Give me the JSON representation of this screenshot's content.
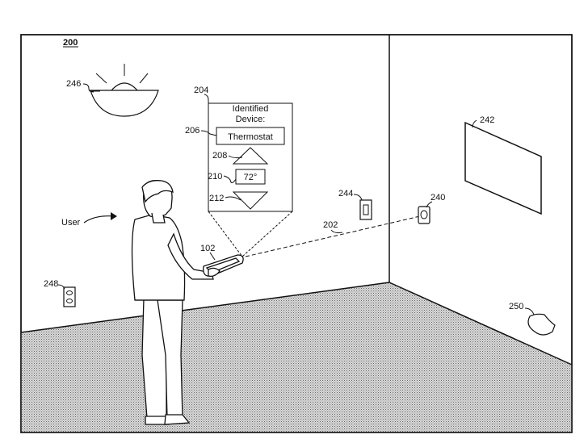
{
  "figure": {
    "number": "200"
  },
  "labels": {
    "user": "User",
    "popup": "204",
    "device_field": "206",
    "up_arrow": "208",
    "temp_field": "210",
    "down_arrow": "212",
    "pointing_ray": "202",
    "tablet": "102",
    "thermostat_sensor": "240",
    "wall_screen": "242",
    "wall_switch": "244",
    "ceiling_light": "246",
    "outlet": "248",
    "floor_device": "250"
  },
  "popup": {
    "heading_line1": "Identified",
    "heading_line2": "Device:",
    "device_name": "Thermostat",
    "temperature": "72°"
  }
}
